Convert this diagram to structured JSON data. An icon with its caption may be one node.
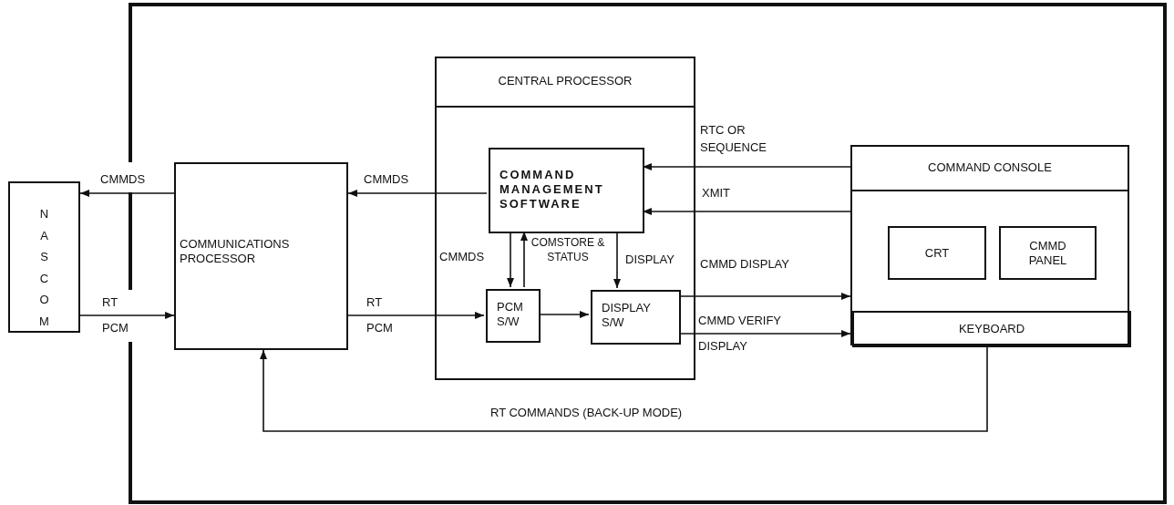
{
  "diagram": {
    "nodes": [
      {
        "text": [
          "NASCOM"
        ]
      },
      {
        "text": [
          "COMMUNICATIONS PROCESSOR"
        ]
      },
      {
        "text": [
          "CENTRAL PROCESSOR"
        ]
      },
      {
        "text": [
          "COMMAND MANAGEMENT SOFTWARE"
        ],
        "in": 2
      },
      {
        "text": [
          "PCM S/W"
        ],
        "in": 2
      },
      {
        "text": [
          "DISPLAY S/W"
        ],
        "in": 2
      },
      {
        "text": [
          "COMMAND CONSOLE"
        ]
      },
      {
        "text": [
          "CRT"
        ],
        "in": 6
      },
      {
        "text": [
          "CMMD PANEL"
        ],
        "in": 6
      },
      {
        "text": [
          "KEYBOARD"
        ],
        "in": 6
      }
    ],
    "edges": [
      {
        "from": 1,
        "to": 0,
        "arrow": "to",
        "label": "CMMDS"
      },
      {
        "from": 0,
        "to": 1,
        "arrow": "to",
        "label": "RT PCM"
      },
      {
        "from": 3,
        "to": 1,
        "arrow": "to",
        "label": "CMMDS"
      },
      {
        "from": 1,
        "to": 4,
        "arrow": "to",
        "label": "RT PCM"
      },
      {
        "from": 3,
        "to": 4,
        "arrow": "to",
        "label": "CMMDS"
      },
      {
        "from": 4,
        "to": 3,
        "arrow": "to",
        "label": "COMSTORE & STATUS"
      },
      {
        "from": 4,
        "to": 5,
        "arrow": "to"
      },
      {
        "from": 3,
        "to": 5,
        "arrow": "to",
        "label": "DISPLAY"
      },
      {
        "from": 6,
        "to": 3,
        "arrow": "to",
        "label": "RTC OR SEQUENCE"
      },
      {
        "from": 6,
        "to": 3,
        "arrow": "to",
        "label": "XMIT"
      },
      {
        "from": 5,
        "to": 6,
        "arrow": "to",
        "label": "CMMD DISPLAY"
      },
      {
        "from": 5,
        "to": 9,
        "arrow": "to",
        "label": "CMMD VERIFY DISPLAY"
      },
      {
        "from": 9,
        "to": 1,
        "arrow": "to",
        "label": "RT COMMANDS (BACK-UP MODE)"
      }
    ]
  }
}
